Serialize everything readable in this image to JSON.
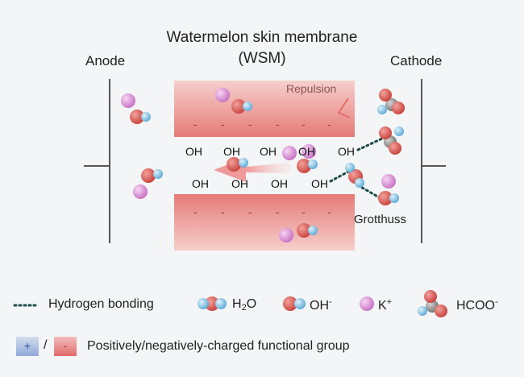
{
  "title": {
    "line1": "Watermelon skin membrane",
    "line2": "(WSM)"
  },
  "electrodes": {
    "anode": "Anode",
    "cathode": "Cathode"
  },
  "annotations": {
    "repulsion": "Repulsion",
    "grotthuss": "Grotthuss"
  },
  "groups": {
    "oh": "OH",
    "minus": "-"
  },
  "legend": {
    "hydrogen_bonding": "Hydrogen bonding",
    "h2o_main": "H",
    "h2o_sub": "2",
    "h2o_end": "O",
    "oh_main": "OH",
    "oh_sup": "-",
    "k_main": "K",
    "k_sup": "+",
    "hcoo_main": "HCOO",
    "hcoo_sup": "-",
    "plus_symbol": "+",
    "slash": "/",
    "minus_symbol": "-",
    "functional_group": "Positively/negatively-charged functional group"
  },
  "colors": {
    "membrane": "#e98a86",
    "oxygen": "#d9534f",
    "hydrogen": "#7ec3e6",
    "potassium": "#d98ad6",
    "carbon": "#8a8a8a"
  }
}
